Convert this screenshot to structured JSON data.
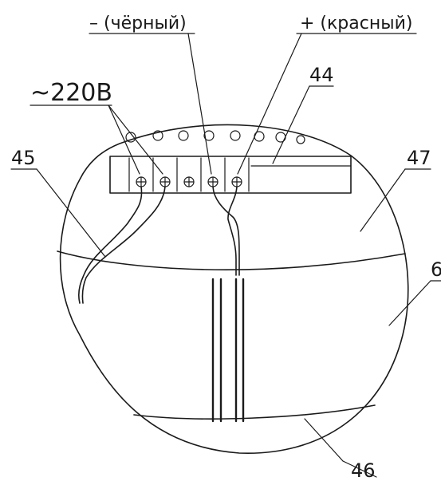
{
  "labels": {
    "minus_black": "– (чёрный)",
    "plus_red": "+ (красный)",
    "voltage": "~220В",
    "ref_44": "44",
    "ref_45": "45",
    "ref_46": "46",
    "ref_47": "47",
    "ref_6": "6"
  },
  "terminal_block": {
    "terminals": 5
  },
  "colors": {
    "line": "#1a1a1a",
    "background": "#ffffff"
  }
}
